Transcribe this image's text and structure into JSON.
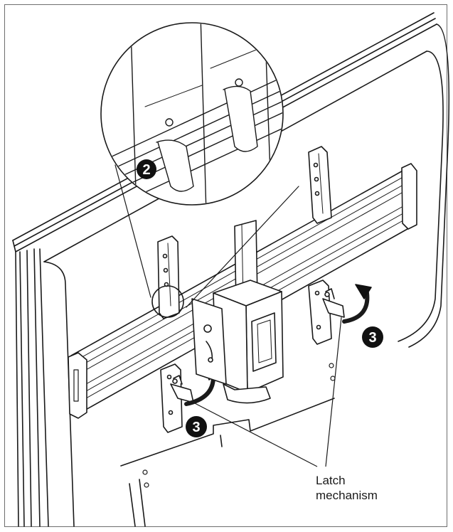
{
  "figure": {
    "callouts": [
      {
        "number": "2"
      },
      {
        "number": "3"
      },
      {
        "number": "3"
      }
    ],
    "label": {
      "line1": "Latch",
      "line2": "mechanism"
    },
    "colors": {
      "outline": "#1a1a1a",
      "fill": "#ffffff",
      "frame": "#6e6e6e",
      "badge": "#111111"
    }
  }
}
